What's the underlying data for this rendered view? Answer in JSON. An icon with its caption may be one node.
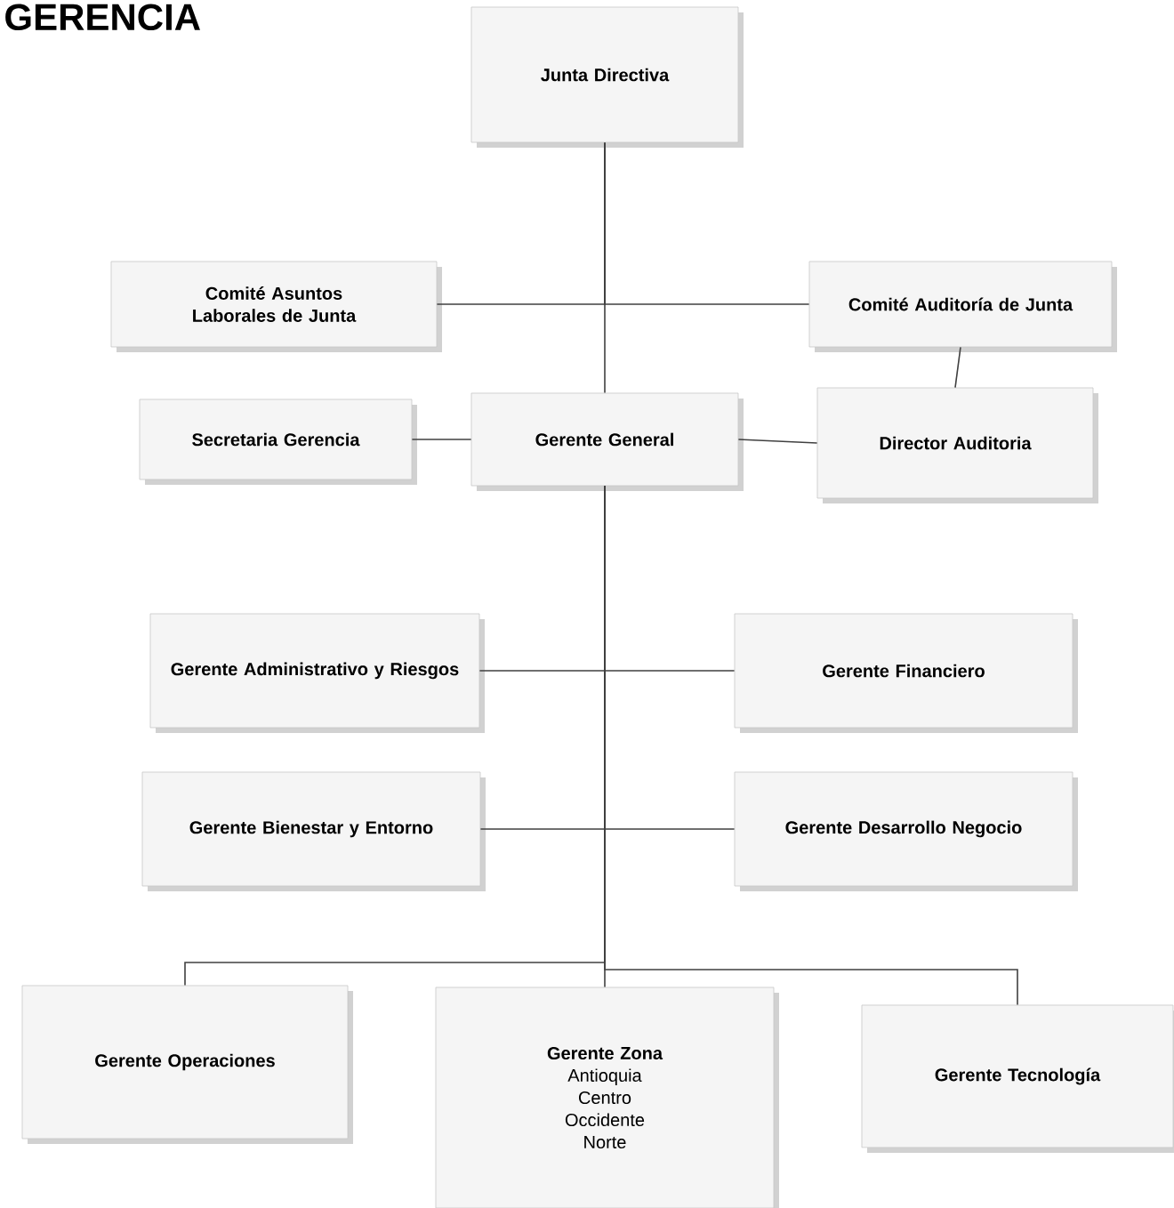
{
  "diagram": {
    "title": "GERENCIA",
    "nodes": [
      {
        "text": [
          "Junta Directiva"
        ]
      },
      {
        "text": [
          "Comité Asuntos Laborales de Junta"
        ]
      },
      {
        "text": [
          "Comité Auditoría de Junta"
        ]
      },
      {
        "text": [
          "Secretaria Gerencia"
        ]
      },
      {
        "text": [
          "Gerente General"
        ]
      },
      {
        "text": [
          "Director Auditoria"
        ]
      },
      {
        "text": [
          "Gerente Administrativo y Riesgos"
        ]
      },
      {
        "text": [
          "Gerente Financiero"
        ]
      },
      {
        "text": [
          "Gerente Bienestar y Entorno"
        ]
      },
      {
        "text": [
          "Gerente Desarrollo Negocio"
        ]
      },
      {
        "text": [
          "Gerente Operaciones"
        ]
      },
      {
        "text": [
          "Gerente Zona",
          "Antioquia",
          "Centro",
          "Occidente",
          "Norte"
        ]
      },
      {
        "text": [
          "Gerente Tecnología"
        ]
      }
    ],
    "edges": [
      {
        "from": 0,
        "to": 4,
        "arrow": "none"
      },
      {
        "from": 0,
        "to": 1,
        "arrow": "none"
      },
      {
        "from": 0,
        "to": 2,
        "arrow": "none"
      },
      {
        "from": 2,
        "to": 5,
        "arrow": "none"
      },
      {
        "from": 3,
        "to": 4,
        "arrow": "none"
      },
      {
        "from": 4,
        "to": 5,
        "arrow": "none"
      },
      {
        "from": 4,
        "to": 6,
        "arrow": "none"
      },
      {
        "from": 4,
        "to": 7,
        "arrow": "none"
      },
      {
        "from": 4,
        "to": 8,
        "arrow": "none"
      },
      {
        "from": 4,
        "to": 9,
        "arrow": "none"
      },
      {
        "from": 4,
        "to": 10,
        "arrow": "none"
      },
      {
        "from": 4,
        "to": 11,
        "arrow": "none"
      },
      {
        "from": 4,
        "to": 12,
        "arrow": "none"
      }
    ]
  }
}
